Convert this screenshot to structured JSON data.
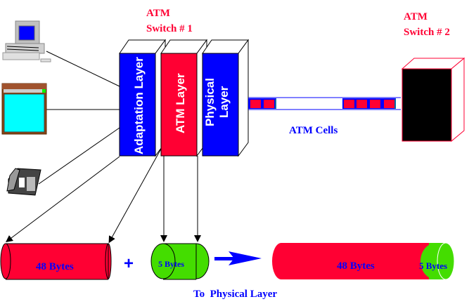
{
  "diagram": {
    "switch1": {
      "line1": "ATM",
      "line2": "Switch # 1"
    },
    "switch2": {
      "line1": "ATM",
      "line2": "Switch # 2"
    },
    "layers": {
      "adaptation": "Adaptation Layer",
      "atm": "ATM Layer",
      "physical_line1": "Physical",
      "physical_line2": "Layer"
    },
    "cells_label": "ATM Cells",
    "payload": {
      "label": "48 Bytes"
    },
    "plus": "+",
    "header": {
      "label": "5 Bytes"
    },
    "result": {
      "payload_label": "48 Bytes",
      "header_label": "5 Bytes"
    },
    "to_physical": "To  Physical Layer",
    "devices": [
      "computer",
      "video-terminal",
      "telephone"
    ],
    "colors": {
      "red": "#ff0033",
      "blue": "#0000ff",
      "green": "#44dd00",
      "black": "#000000"
    }
  }
}
